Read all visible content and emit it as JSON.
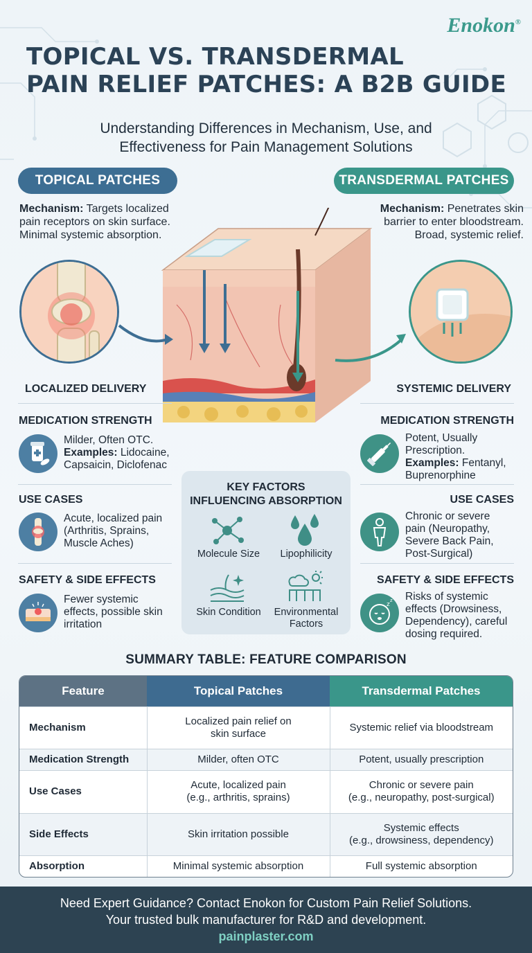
{
  "brand": {
    "name": "Enokon",
    "mark": "®"
  },
  "header": {
    "title_line1": "TOPICAL VS. TRANSDERMAL",
    "title_line2": "PAIN RELIEF PATCHES: A B2B GUIDE",
    "subtitle_line1": "Understanding Differences in Mechanism, Use, and",
    "subtitle_line2": "Effectiveness for Pain Management Solutions"
  },
  "topical": {
    "label": "TOPICAL PATCHES",
    "mechanism_label": "Mechanism:",
    "mechanism_line1": " Targets localized",
    "mechanism_line2": "pain receptors on skin surface.",
    "mechanism_line3": "Minimal systemic absorption.",
    "delivery": "LOCALIZED DELIVERY",
    "strength_title": "MEDICATION STRENGTH",
    "strength_line1": "Milder, Often OTC.",
    "strength_examples_label": "Examples:",
    "strength_examples_line1": " Lidocaine,",
    "strength_examples_line2": "Capsaicin, Diclofenac",
    "use_title": "USE CASES",
    "use_line1": "Acute, localized pain",
    "use_line2": "(Arthritis, Sprains,",
    "use_line3": "Muscle Aches)",
    "safety_title": "SAFETY & SIDE EFFECTS",
    "safety_line1": "Fewer systemic",
    "safety_line2": "effects, possible skin",
    "safety_line3": "irritation"
  },
  "transdermal": {
    "label": "TRANSDERMAL PATCHES",
    "mechanism_label": "Mechanism:",
    "mechanism_line1": " Penetrates skin",
    "mechanism_line2": "barrier to enter bloodstream.",
    "mechanism_line3": "Broad, systemic relief.",
    "delivery": "SYSTEMIC DELIVERY",
    "strength_title": "MEDICATION STRENGTH",
    "strength_line1": "Potent, Usually",
    "strength_line2": "Prescription.",
    "strength_examples_label": "Examples:",
    "strength_examples_line1": " Fentanyl,",
    "strength_examples_line2": "Buprenorphine",
    "use_title": "USE CASES",
    "use_line1": "Chronic or severe",
    "use_line2": "pain (Neuropathy,",
    "use_line3": "Severe Back Pain,",
    "use_line4": "Post-Surgical)",
    "safety_title": "SAFETY & SIDE EFFECTS",
    "safety_line1": "Risks of systemic",
    "safety_line2": "effects (Drowsiness,",
    "safety_line3": "Dependency), careful",
    "safety_line4": "dosing required."
  },
  "key_factors": {
    "title_line1": "KEY FACTORS",
    "title_line2": "INFLUENCING ABSORPTION",
    "molecule": "Molecule Size",
    "lipophilicity": "Lipophilicity",
    "skin": "Skin Condition",
    "env_line1": "Environmental",
    "env_line2": "Factors"
  },
  "table": {
    "title": "SUMMARY TABLE: FEATURE COMPARISON",
    "headers": [
      "Feature",
      "Topical Patches",
      "Transdermal Patches"
    ],
    "rows": [
      {
        "feature": "Mechanism",
        "topical_1": "Localized pain relief on",
        "topical_2": "skin surface",
        "trans_1": "Systemic relief via bloodstream",
        "trans_2": ""
      },
      {
        "feature": "Medication Strength",
        "topical_1": "Milder, often OTC",
        "topical_2": "",
        "trans_1": "Potent, usually prescription",
        "trans_2": ""
      },
      {
        "feature": "Use Cases",
        "topical_1": "Acute, localized pain",
        "topical_2": "(e.g., arthritis, sprains)",
        "trans_1": "Chronic or severe pain",
        "trans_2": "(e.g., neuropathy, post-surgical)"
      },
      {
        "feature": "Side Effects",
        "topical_1": "Skin irritation possible",
        "topical_2": "",
        "trans_1": "Systemic effects",
        "trans_2": "(e.g., drowsiness, dependency)"
      },
      {
        "feature": "Absorption",
        "topical_1": "Minimal systemic absorption",
        "topical_2": "",
        "trans_1": "Full systemic absorption",
        "trans_2": ""
      }
    ]
  },
  "footer": {
    "line1": "Need Expert Guidance? Contact Enokon for Custom Pain Relief Solutions.",
    "line2": "Your trusted bulk manufacturer for R&D and development.",
    "url": "painplaster.com"
  },
  "colors": {
    "topical_blue": "#3d6e93",
    "transdermal_teal": "#3a968a",
    "title_navy": "#2b4256",
    "footer_bg": "#2d4352"
  }
}
